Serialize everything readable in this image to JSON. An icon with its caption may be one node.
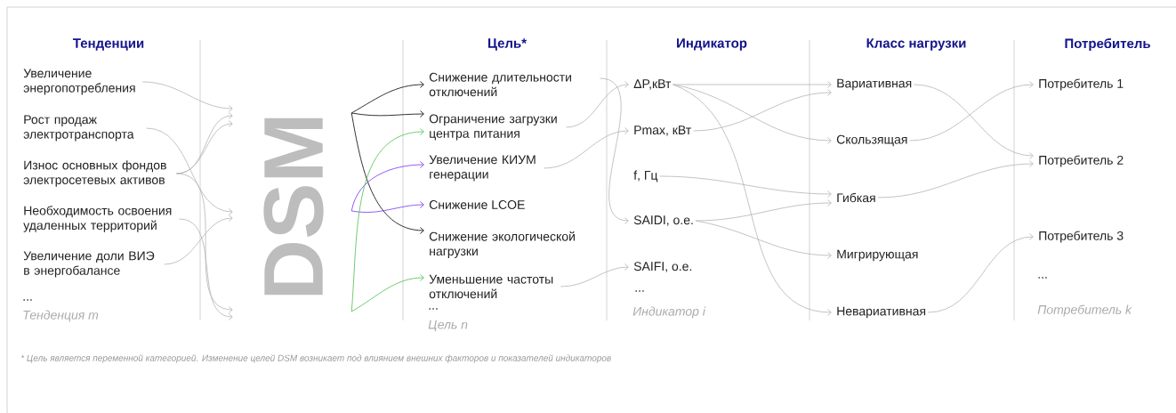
{
  "diagram": {
    "caption": "* Цель является переменной категорией. Изменение целей DSM возникает под влиянием внешних факторов и показателей индикаторов",
    "nodes": [
      {
        "text": [
          "Увеличение энергопотребления"
        ]
      },
      {
        "text": [
          "Рост продаж электротранспорта"
        ]
      },
      {
        "text": [
          "Износ основных фондов электросетевых активов"
        ]
      },
      {
        "text": [
          "Необходимость освоения удаленных территорий"
        ]
      },
      {
        "text": [
          "Увеличение доли ВИЭ в энергобалансе"
        ]
      },
      {
        "text": [
          "DSM"
        ]
      },
      {
        "text": [
          "Снижение длительности отключений"
        ]
      },
      {
        "text": [
          "Ограничение загрузки центра питания"
        ]
      },
      {
        "text": [
          "Увеличение КИУМ генерации"
        ]
      },
      {
        "text": [
          "Снижение LCOE"
        ]
      },
      {
        "text": [
          "Снижение экологической нагрузки"
        ]
      },
      {
        "text": [
          "Уменьшение частоты отключений"
        ]
      },
      {
        "text": [
          "ΔP,кВт"
        ]
      },
      {
        "text": [
          "Pmax, кВт"
        ]
      },
      {
        "text": [
          "f, Гц"
        ]
      },
      {
        "text": [
          "SAIDI, о.е."
        ]
      },
      {
        "text": [
          "SAIFI, о.е."
        ]
      },
      {
        "text": [
          "Вариативная"
        ]
      },
      {
        "text": [
          "Скользящая"
        ]
      },
      {
        "text": [
          "Гибкая"
        ]
      },
      {
        "text": [
          "Мигрирующая"
        ]
      },
      {
        "text": [
          "Невариативная"
        ]
      },
      {
        "text": [
          "Потребитель 1"
        ]
      },
      {
        "text": [
          "Потребитель 2"
        ]
      },
      {
        "text": [
          "Потребитель 3"
        ]
      }
    ],
    "edges": [
      {
        "from": 0,
        "to": 5,
        "arrow": "to"
      },
      {
        "from": 1,
        "to": 5,
        "arrow": "to"
      },
      {
        "from": 2,
        "to": 5,
        "arrow": "to"
      },
      {
        "from": 2,
        "to": 5,
        "arrow": "to"
      },
      {
        "from": 2,
        "to": 5,
        "arrow": "to"
      },
      {
        "from": 3,
        "to": 5,
        "arrow": "to"
      },
      {
        "from": 4,
        "to": 5,
        "arrow": "to"
      },
      {
        "from": 5,
        "to": 6,
        "arrow": "to",
        "color": "#000000"
      },
      {
        "from": 5,
        "to": 7,
        "arrow": "to",
        "color": "#000000"
      },
      {
        "from": 5,
        "to": 10,
        "arrow": "to",
        "color": "#000000"
      },
      {
        "from": 5,
        "to": 8,
        "arrow": "to",
        "color": "#7b2ff7"
      },
      {
        "from": 5,
        "to": 9,
        "arrow": "to",
        "color": "#7b2ff7"
      },
      {
        "from": 5,
        "to": 7,
        "arrow": "to",
        "color": "#4cbf4c"
      },
      {
        "from": 5,
        "to": 11,
        "arrow": "to",
        "color": "#4cbf4c"
      },
      {
        "from": 6,
        "to": 15,
        "arrow": "to"
      },
      {
        "from": 7,
        "to": 12,
        "arrow": "to"
      },
      {
        "from": 8,
        "to": 13,
        "arrow": "to"
      },
      {
        "from": 11,
        "to": 16,
        "arrow": "to"
      },
      {
        "from": 12,
        "to": 17,
        "arrow": "to"
      },
      {
        "from": 12,
        "to": 18,
        "arrow": "to"
      },
      {
        "from": 12,
        "to": 21,
        "arrow": "to"
      },
      {
        "from": 13,
        "to": 17,
        "arrow": "to"
      },
      {
        "from": 14,
        "to": 19,
        "arrow": "to"
      },
      {
        "from": 15,
        "to": 19,
        "arrow": "to"
      },
      {
        "from": 15,
        "to": 20,
        "arrow": "to"
      },
      {
        "from": 17,
        "to": 23,
        "arrow": "to"
      },
      {
        "from": 18,
        "to": 22,
        "arrow": "to"
      },
      {
        "from": 19,
        "to": 23,
        "arrow": "to"
      },
      {
        "from": 21,
        "to": 24,
        "arrow": "to"
      }
    ],
    "labels": [
      "Тенденции",
      "Цель*",
      "Индикатор",
      "Класс нагрузки",
      "Потребитель",
      "...",
      "Тенденция m",
      "...",
      "Цель n",
      "...",
      "Индикатор i",
      "...",
      "Потребитель k"
    ]
  }
}
